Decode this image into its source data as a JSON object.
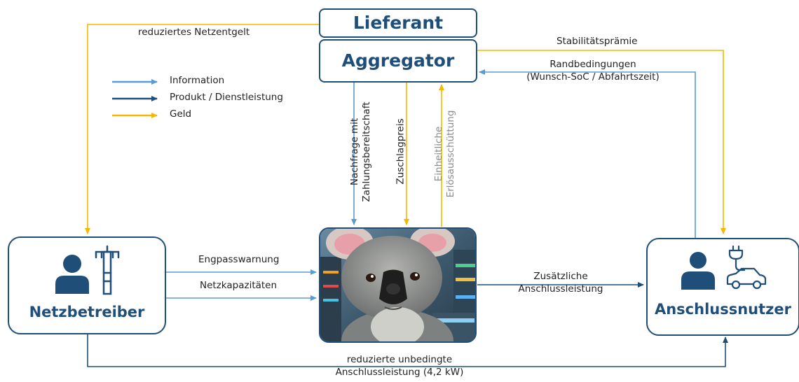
{
  "boxes": {
    "lieferant": "Lieferant",
    "aggregator": "Aggregator",
    "netzbetreiber": "Netzbetreiber",
    "anschlussnutzer": "Anschlussnutzer"
  },
  "legend": {
    "information": "Information",
    "produkt": "Produkt / Dienstleistung",
    "geld": "Geld"
  },
  "flows": {
    "reduziertes_netzentgelt": "reduziertes Netzentgelt",
    "stabilitaetspraemie": "Stabilitätsprämie",
    "randbedingungen_1": "Randbedingungen",
    "randbedingungen_2": "(Wunsch-SoC / Abfahrtszeit)",
    "nachfrage_1": "Nachfrage mit",
    "nachfrage_2": "Zahlungsbereitschaft",
    "zuschlagpreis": "Zuschlagpreis",
    "einheitliche_1": "Einheitliche",
    "einheitliche_2": "Erlösausschüttung",
    "engpasswarnung": "Engpasswarnung",
    "netzkapazitaeten": "Netzkapazitäten",
    "zusaetzliche_1": "Zusätzliche",
    "zusaetzliche_2": "Anschlussleistung",
    "unbedingte_1": "reduzierte unbedingte",
    "unbedingte_2": "Anschlussleistung (4,2 kW)"
  },
  "icons": [
    "person-icon",
    "power-pylon-icon",
    "ev-charging-icon"
  ],
  "colors": {
    "information": "#5b9bd5",
    "produkt": "#1f4e79",
    "geld": "#f5b800"
  }
}
